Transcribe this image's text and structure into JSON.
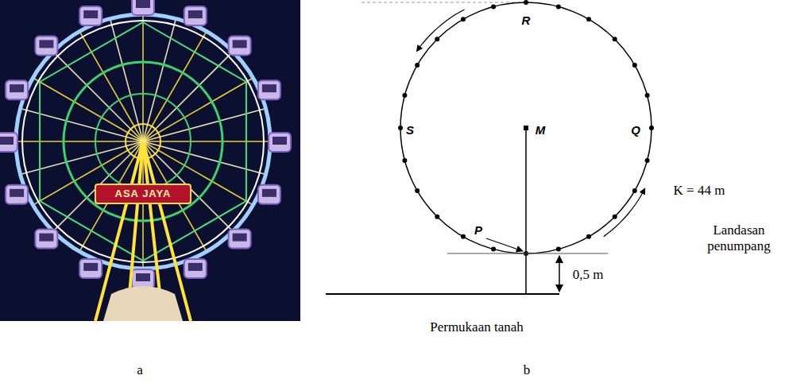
{
  "diagram": {
    "labels": [
      "ASA JAYA",
      "R",
      "S",
      "M",
      "Q",
      "P",
      "K = 44 m",
      "Landasan penumpang",
      "0,5 m",
      "Permukaan tanah",
      "a",
      "b"
    ]
  }
}
